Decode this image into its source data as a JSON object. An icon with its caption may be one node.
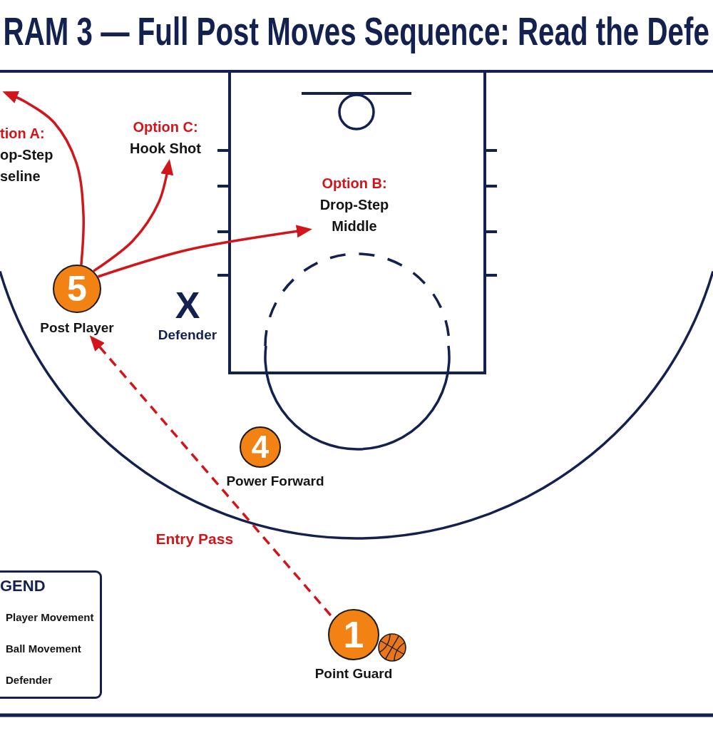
{
  "diagram": {
    "title": "RAM 3 — Full Post Moves Sequence: Read the Defe",
    "nodes": [
      {
        "text": [
          "tion A:",
          "op-Step seline"
        ]
      },
      {
        "text": [
          "Option C:",
          "Hook Shot"
        ]
      },
      {
        "text": [
          "Option B:",
          "Drop-Step Middle"
        ]
      },
      {
        "text": [
          "5"
        ],
        "beside": [
          "Post Player"
        ]
      },
      {
        "text": [
          "X"
        ],
        "beside": [
          "Defender"
        ]
      },
      {
        "text": [
          "4"
        ],
        "beside": [
          "Power Forward"
        ]
      },
      {
        "text": [
          "1"
        ],
        "beside": [
          "Point Guard"
        ]
      }
    ],
    "edges": [
      {
        "from": 3,
        "to": null,
        "arrow": "to"
      },
      {
        "from": 3,
        "to": 1,
        "arrow": "to"
      },
      {
        "from": 3,
        "to": 2,
        "arrow": "to"
      },
      {
        "from": 6,
        "to": 3,
        "arrow": "to",
        "label": "Entry Pass",
        "style": "dashed"
      }
    ],
    "labels": [
      "GEND"
    ],
    "legend": [
      {
        "text": "Player Movement"
      },
      {
        "text": "Ball Movement"
      },
      {
        "text": "Defender"
      }
    ]
  }
}
